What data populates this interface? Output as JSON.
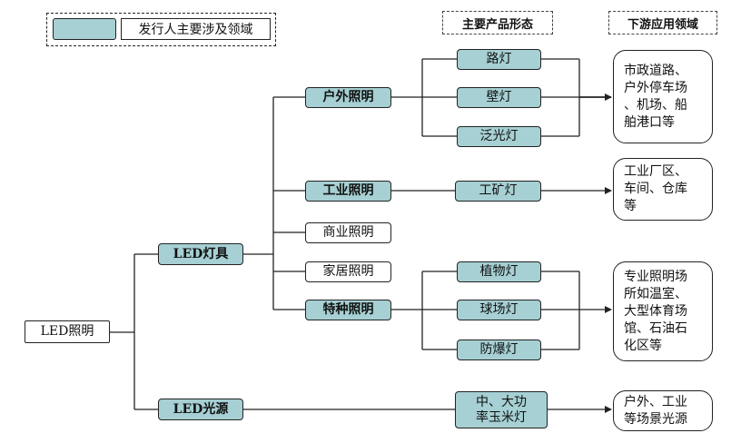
{
  "legend": {
    "label": "发行人主要涉及领域"
  },
  "headers": {
    "products": "主要产品形态",
    "downstream": "下游应用领域"
  },
  "root": "LED照明",
  "level1": {
    "lamps": "LED灯具",
    "sources": "LED光源"
  },
  "level2": {
    "outdoor": "户外照明",
    "industrial": "工业照明",
    "commercial": "商业照明",
    "home": "家居照明",
    "special": "特种照明"
  },
  "products": {
    "street": "路灯",
    "wall": "壁灯",
    "flood": "泛光灯",
    "mining": "工矿灯",
    "plant": "植物灯",
    "stadium": "球场灯",
    "explosion": "防爆灯",
    "corn_line1": "中、大功",
    "corn_line2": "率玉米灯"
  },
  "usage": {
    "outdoor": [
      "市政道路、",
      "户外停车场",
      "、机场、船",
      "舶港口等"
    ],
    "industrial": [
      "工业厂区、",
      "车间、仓库",
      "等"
    ],
    "special": [
      "专业照明场",
      "所如温室、",
      "大型体育场",
      "馆、石油石",
      "化区等"
    ],
    "source": [
      "户外、工业",
      "等场景光源"
    ]
  },
  "colors": {
    "highlight": "#a6d0d3",
    "line": "#222222"
  }
}
